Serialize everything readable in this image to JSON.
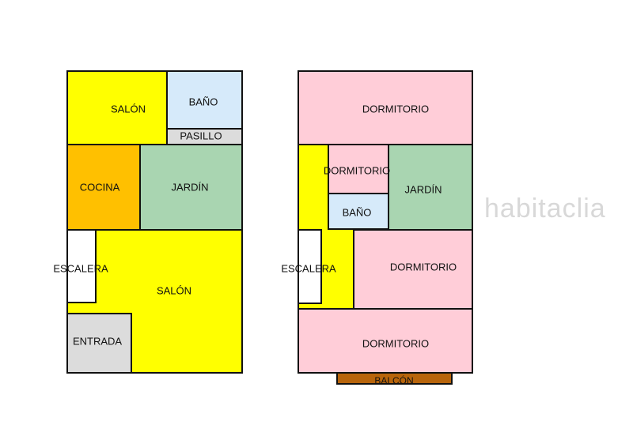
{
  "watermark": "habitaclia",
  "ground_floor": {
    "salon_top": "SALÓN",
    "bano": "BAÑO",
    "pasillo": "PASILLO",
    "cocina": "COCINA",
    "jardin": "JARDÍN",
    "escalera": "ESCALERA",
    "salon_bottom": "SALÓN",
    "entrada": "ENTRADA"
  },
  "upper_floor": {
    "dorm_top": "DORMITORIO",
    "dorm_small": "DORMITORIO",
    "bano": "BAÑO",
    "jardin": "JARDÍN",
    "escalera": "ESCALERA",
    "dorm_mid": "DORMITORIO",
    "dorm_bottom": "DORMITORIO",
    "balcon": "BALCÓN"
  }
}
